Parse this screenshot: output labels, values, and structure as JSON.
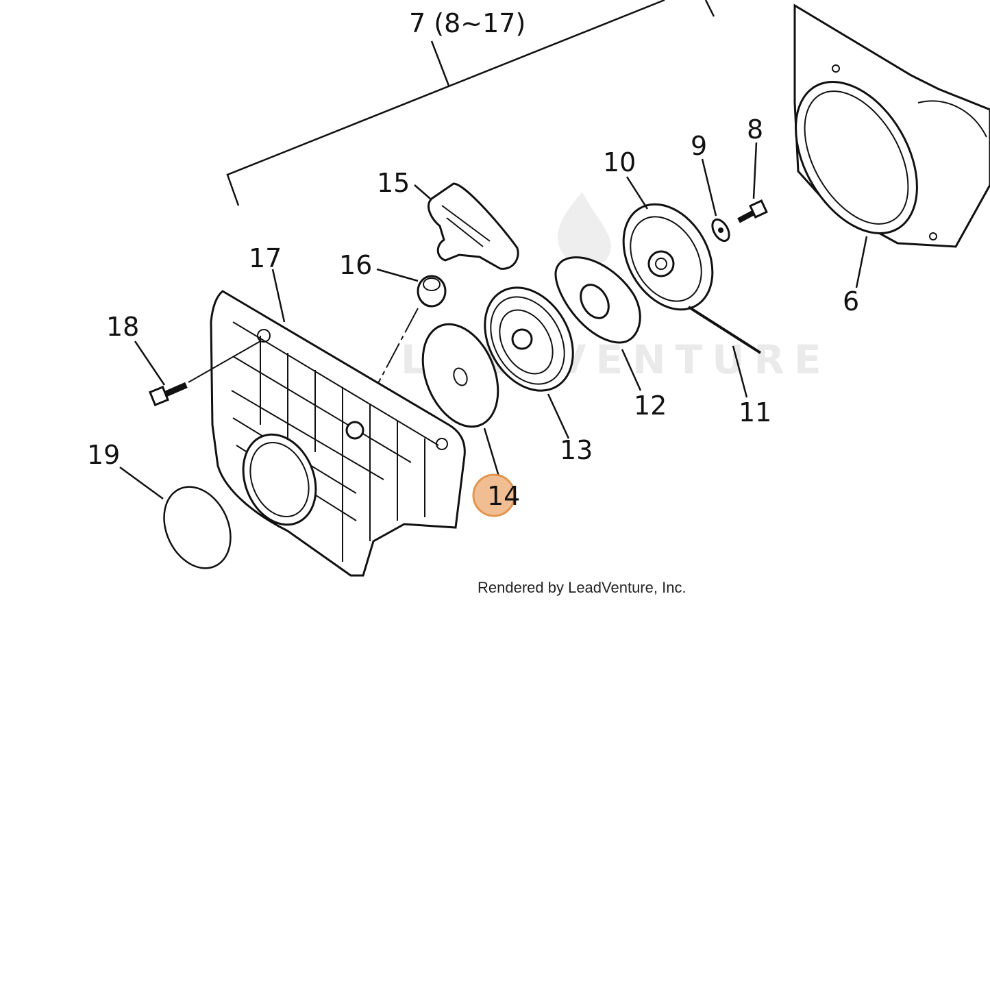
{
  "diagram": {
    "group_label": "7 (8~17)",
    "callouts": [
      "6",
      "8",
      "9",
      "10",
      "11",
      "12",
      "13",
      "14",
      "15",
      "16",
      "17",
      "18",
      "19"
    ],
    "highlighted_callout": "14",
    "highlight_color": "#e8a060",
    "credit": "Rendered by LeadVenture, Inc.",
    "watermark": "LEADVENTURE"
  }
}
